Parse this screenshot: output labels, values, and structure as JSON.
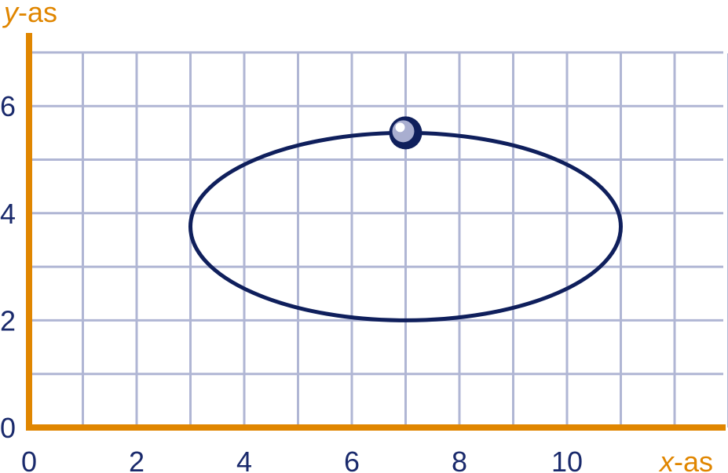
{
  "chart_data": {
    "type": "scatter",
    "xlabel_var": "x",
    "xlabel_suffix": "-as",
    "ylabel_var": "y",
    "ylabel_suffix": "-as",
    "xlim": [
      0,
      13
    ],
    "ylim": [
      0,
      7
    ],
    "x_ticks": [
      0,
      2,
      4,
      6,
      8,
      10
    ],
    "y_ticks": [
      0,
      2,
      4,
      6
    ],
    "grid": true,
    "grid_step": 1,
    "ellipse": {
      "center": [
        7,
        3.75
      ],
      "rx": 4,
      "ry": 1.75
    },
    "marker": {
      "x": 7,
      "y": 5.5
    },
    "colors": {
      "axis": "#e08600",
      "grid": "#b0b6d4",
      "curve": "#0f1f5c",
      "tick_text": "#1a2a6c"
    }
  }
}
